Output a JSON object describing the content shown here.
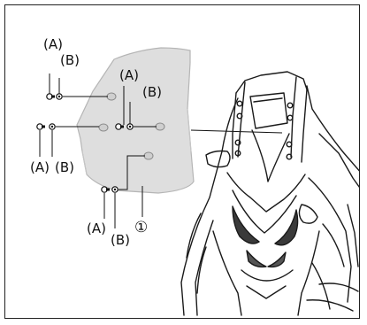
{
  "diagram": {
    "labels": {
      "a": "(A)",
      "b": "(B)",
      "windscreen_ref": "①"
    },
    "colors": {
      "line": "#1a1a1a",
      "windscreen_fill": "#dedede",
      "windscreen_edge": "#b5b5b5",
      "background": "#ffffff"
    }
  }
}
